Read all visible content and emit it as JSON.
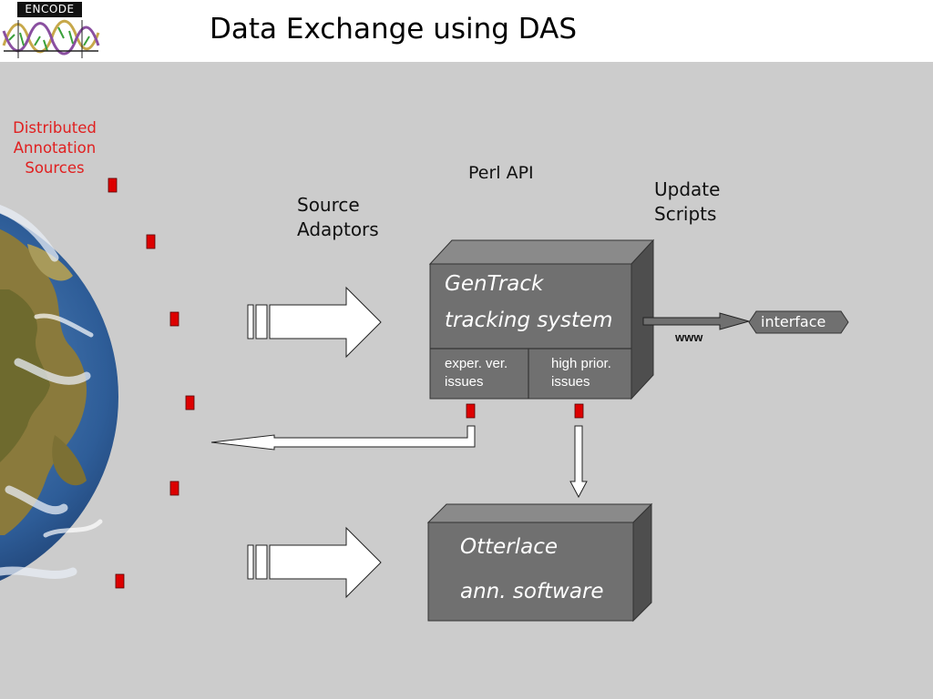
{
  "header": {
    "logo_text": "ENCODE",
    "title": "Data Exchange using DAS"
  },
  "diagram": {
    "das_label_lines": [
      "Distributed",
      "Annotation",
      "Sources"
    ],
    "perl_api": "Perl API",
    "source_adaptors_lines": [
      "Source",
      "Adaptors"
    ],
    "update_scripts_lines": [
      "Update",
      "Scripts"
    ],
    "gentrack": {
      "title_lines": [
        "GenTrack",
        "tracking system"
      ],
      "left_cell_lines": [
        "exper. ver.",
        "issues"
      ],
      "right_cell_lines": [
        "high prior.",
        "issues"
      ]
    },
    "interface_label": "interface",
    "www_label": "www",
    "otterlace": {
      "title_lines": [
        "Otterlace",
        "ann. software"
      ]
    }
  },
  "colors": {
    "background": "#cccccc",
    "box_front": "#707070",
    "box_side": "#4e4e4e",
    "box_top": "#8a8a8a",
    "source_marker": "#dd0000",
    "das_label": "#e02020"
  }
}
